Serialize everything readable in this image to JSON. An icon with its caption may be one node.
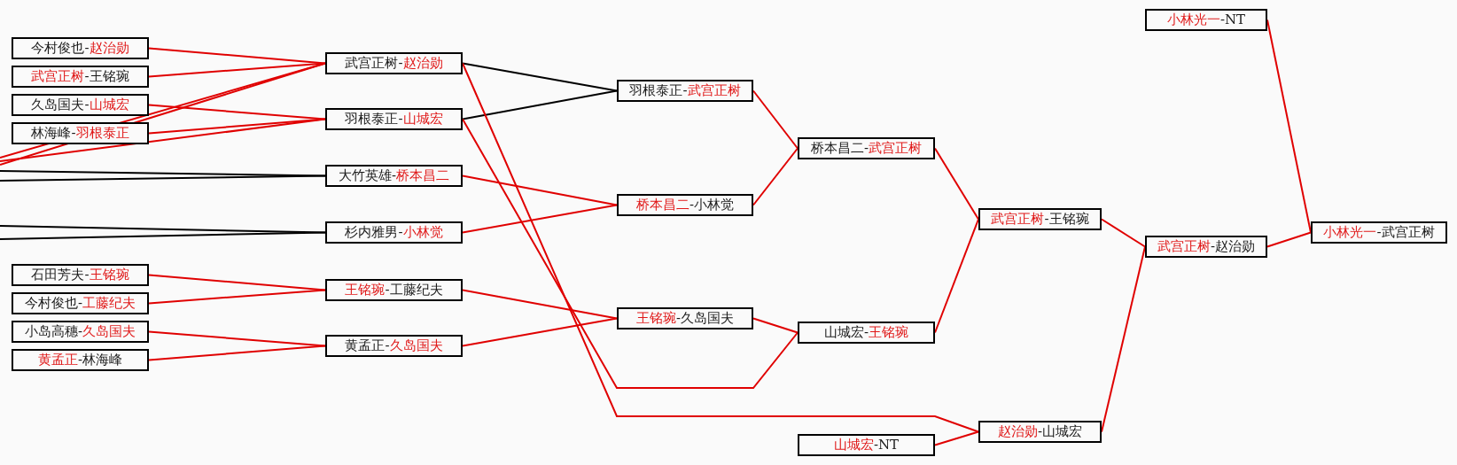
{
  "diagram": {
    "nodes": [
      {
        "text": [
          "今村俊也-**赵治勋**"
        ]
      },
      {
        "text": [
          "**武宫正树**-王铭琬"
        ]
      },
      {
        "text": [
          "久岛国夫-**山城宏**"
        ]
      },
      {
        "text": [
          "林海峰-**羽根泰正**"
        ]
      },
      {
        "text": [
          "石田芳夫-**王铭琬**"
        ]
      },
      {
        "text": [
          "今村俊也-**工藤纪夫**"
        ]
      },
      {
        "text": [
          "小岛高穗-**久岛国夫**"
        ]
      },
      {
        "text": [
          "**黄孟正**-林海峰"
        ]
      },
      {
        "text": [
          "武宫正树-**赵治勋**"
        ]
      },
      {
        "text": [
          "羽根泰正-**山城宏**"
        ]
      },
      {
        "text": [
          "大竹英雄-**桥本昌二**"
        ]
      },
      {
        "text": [
          "杉内雅男-**小林觉**"
        ]
      },
      {
        "text": [
          "**王铭琬**-工藤纪夫"
        ]
      },
      {
        "text": [
          "黄孟正-**久岛国夫**"
        ]
      },
      {
        "text": [
          "羽根泰正-**武宫正树**"
        ]
      },
      {
        "text": [
          "**桥本昌二**-小林觉"
        ]
      },
      {
        "text": [
          "**王铭琬**-久岛国夫"
        ]
      },
      {
        "text": [
          "桥本昌二-**武宫正树**"
        ]
      },
      {
        "text": [
          "山城宏-**王铭琬**"
        ]
      },
      {
        "text": [
          "**山城宏**-NT"
        ]
      },
      {
        "text": [
          "**武宫正树**-王铭琬"
        ]
      },
      {
        "text": [
          "**赵治勋**-山城宏"
        ]
      },
      {
        "text": [
          "**小林光一**-NT"
        ]
      },
      {
        "text": [
          "**武宫正树**-赵治勋"
        ]
      },
      {
        "text": [
          "**小林光一**-武宫正树"
        ]
      }
    ],
    "edges": [
      {
        "from": 0,
        "to": 8,
        "arrow": "none"
      },
      {
        "from": 1,
        "to": 8,
        "arrow": "none"
      },
      {
        "from": null,
        "to": 8,
        "arrow": "none"
      },
      {
        "from": null,
        "to": 8,
        "arrow": "none"
      },
      {
        "from": 2,
        "to": 9,
        "arrow": "none"
      },
      {
        "from": 3,
        "to": 9,
        "arrow": "none"
      },
      {
        "from": null,
        "to": 9,
        "arrow": "none"
      },
      {
        "from": null,
        "to": 10,
        "arrow": "none",
        "color": "#000000"
      },
      {
        "from": null,
        "to": 10,
        "arrow": "none",
        "color": "#000000"
      },
      {
        "from": null,
        "to": 11,
        "arrow": "none",
        "color": "#000000"
      },
      {
        "from": null,
        "to": 11,
        "arrow": "none",
        "color": "#000000"
      },
      {
        "from": 4,
        "to": 12,
        "arrow": "none"
      },
      {
        "from": 5,
        "to": 12,
        "arrow": "none"
      },
      {
        "from": 6,
        "to": 13,
        "arrow": "none"
      },
      {
        "from": 7,
        "to": 13,
        "arrow": "none"
      },
      {
        "from": 8,
        "to": 14,
        "arrow": "none",
        "color": "#000000"
      },
      {
        "from": 9,
        "to": 14,
        "arrow": "none",
        "color": "#000000"
      },
      {
        "from": 10,
        "to": 15,
        "arrow": "none"
      },
      {
        "from": 11,
        "to": 15,
        "arrow": "none"
      },
      {
        "from": 12,
        "to": 16,
        "arrow": "none"
      },
      {
        "from": 13,
        "to": 16,
        "arrow": "none"
      },
      {
        "from": 14,
        "to": 17,
        "arrow": "none"
      },
      {
        "from": 15,
        "to": 17,
        "arrow": "none"
      },
      {
        "from": 16,
        "to": 18,
        "arrow": "none"
      },
      {
        "from": 9,
        "to": 18,
        "arrow": "none"
      },
      {
        "from": 17,
        "to": 20,
        "arrow": "none"
      },
      {
        "from": 18,
        "to": 20,
        "arrow": "none"
      },
      {
        "from": 8,
        "to": 21,
        "arrow": "none"
      },
      {
        "from": 19,
        "to": 21,
        "arrow": "none"
      },
      {
        "from": 20,
        "to": 23,
        "arrow": "none"
      },
      {
        "from": 21,
        "to": 23,
        "arrow": "none"
      },
      {
        "from": 22,
        "to": 24,
        "arrow": "none"
      },
      {
        "from": 23,
        "to": 24,
        "arrow": "none"
      }
    ]
  }
}
